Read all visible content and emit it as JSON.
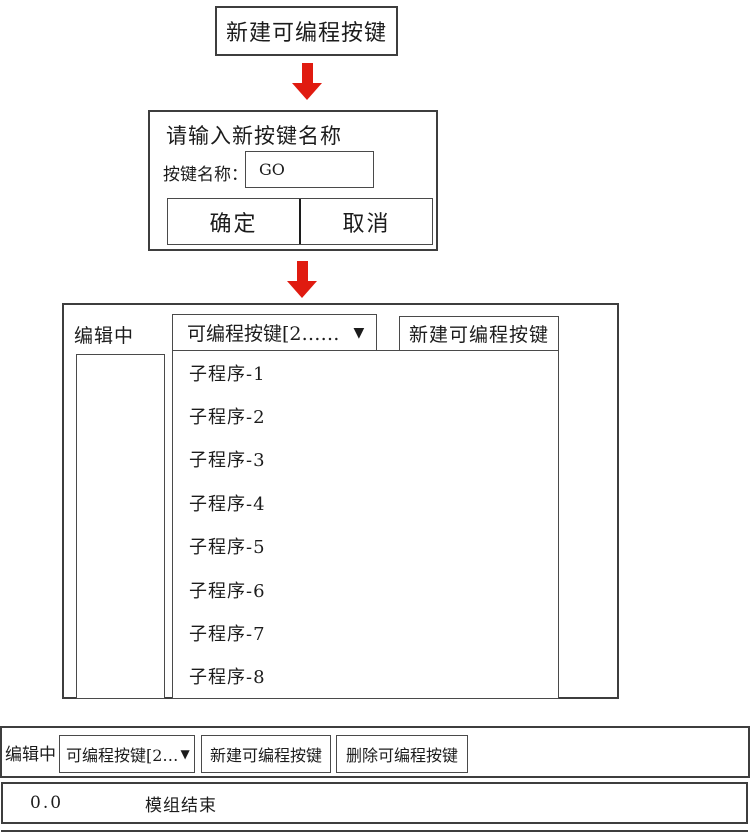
{
  "colors": {
    "arrow_red": "#e01b10",
    "border": "#3e3e3e"
  },
  "start": {
    "button_label": "新建可编程按键"
  },
  "dialog": {
    "title": "请输入新按键名称",
    "name_label": "按键名称：",
    "name_value": "GO",
    "ok_label": "确定",
    "cancel_label": "取消"
  },
  "editor": {
    "status": "编辑中",
    "dropdown_value": "可编程按键[2……",
    "dropdown_arrow": "▼",
    "new_button": "新建可编程按键",
    "list": [
      "子程序-1",
      "子程序-2",
      "子程序-3",
      "子程序-4",
      "子程序-5",
      "子程序-6",
      "子程序-7",
      "子程序-8"
    ]
  },
  "toolbar": {
    "status": "编辑中",
    "dropdown_value": "可编程按键[2…",
    "dropdown_arrow": "▼",
    "new_button": "新建可编程按键",
    "delete_button": "删除可编程按键"
  },
  "program_line": {
    "number": "0.0",
    "text": "模组结束"
  }
}
